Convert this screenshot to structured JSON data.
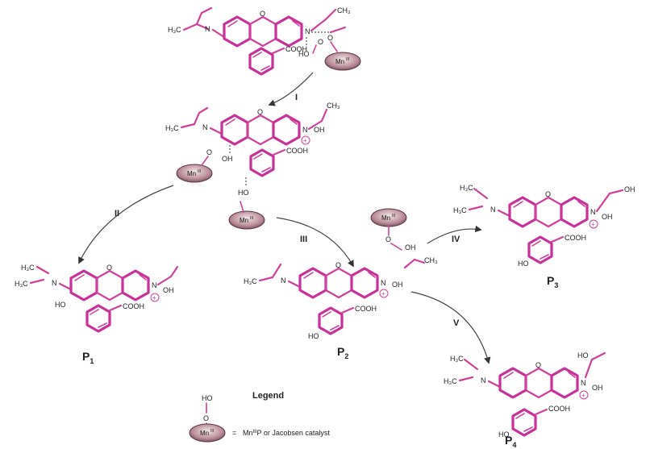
{
  "steps": [
    "I",
    "II",
    "III",
    "IV",
    "V"
  ],
  "products": {
    "p1": {
      "letter": "P",
      "sub": "1"
    },
    "p2": {
      "letter": "P",
      "sub": "2"
    },
    "p3": {
      "letter": "P",
      "sub": "3"
    },
    "p4": {
      "letter": "P",
      "sub": "4"
    }
  },
  "atoms": {
    "h3c": "H₃C",
    "ch3": "CH₃",
    "n": "N",
    "o": "O",
    "oh": "OH",
    "ho": "HO",
    "cooh": "COOH",
    "plus": "+",
    "mn": "Mn",
    "mn_sup": "III"
  },
  "legend": {
    "title": "Legend",
    "equals": "=",
    "description_prefix": "Mn",
    "description_sup": "III",
    "description_rest": "P or Jacobsen catalyst"
  },
  "colors": {
    "bond": "#d0409d",
    "catalyst_fill": "#b98c98",
    "catalyst_stroke": "#5a3440"
  }
}
